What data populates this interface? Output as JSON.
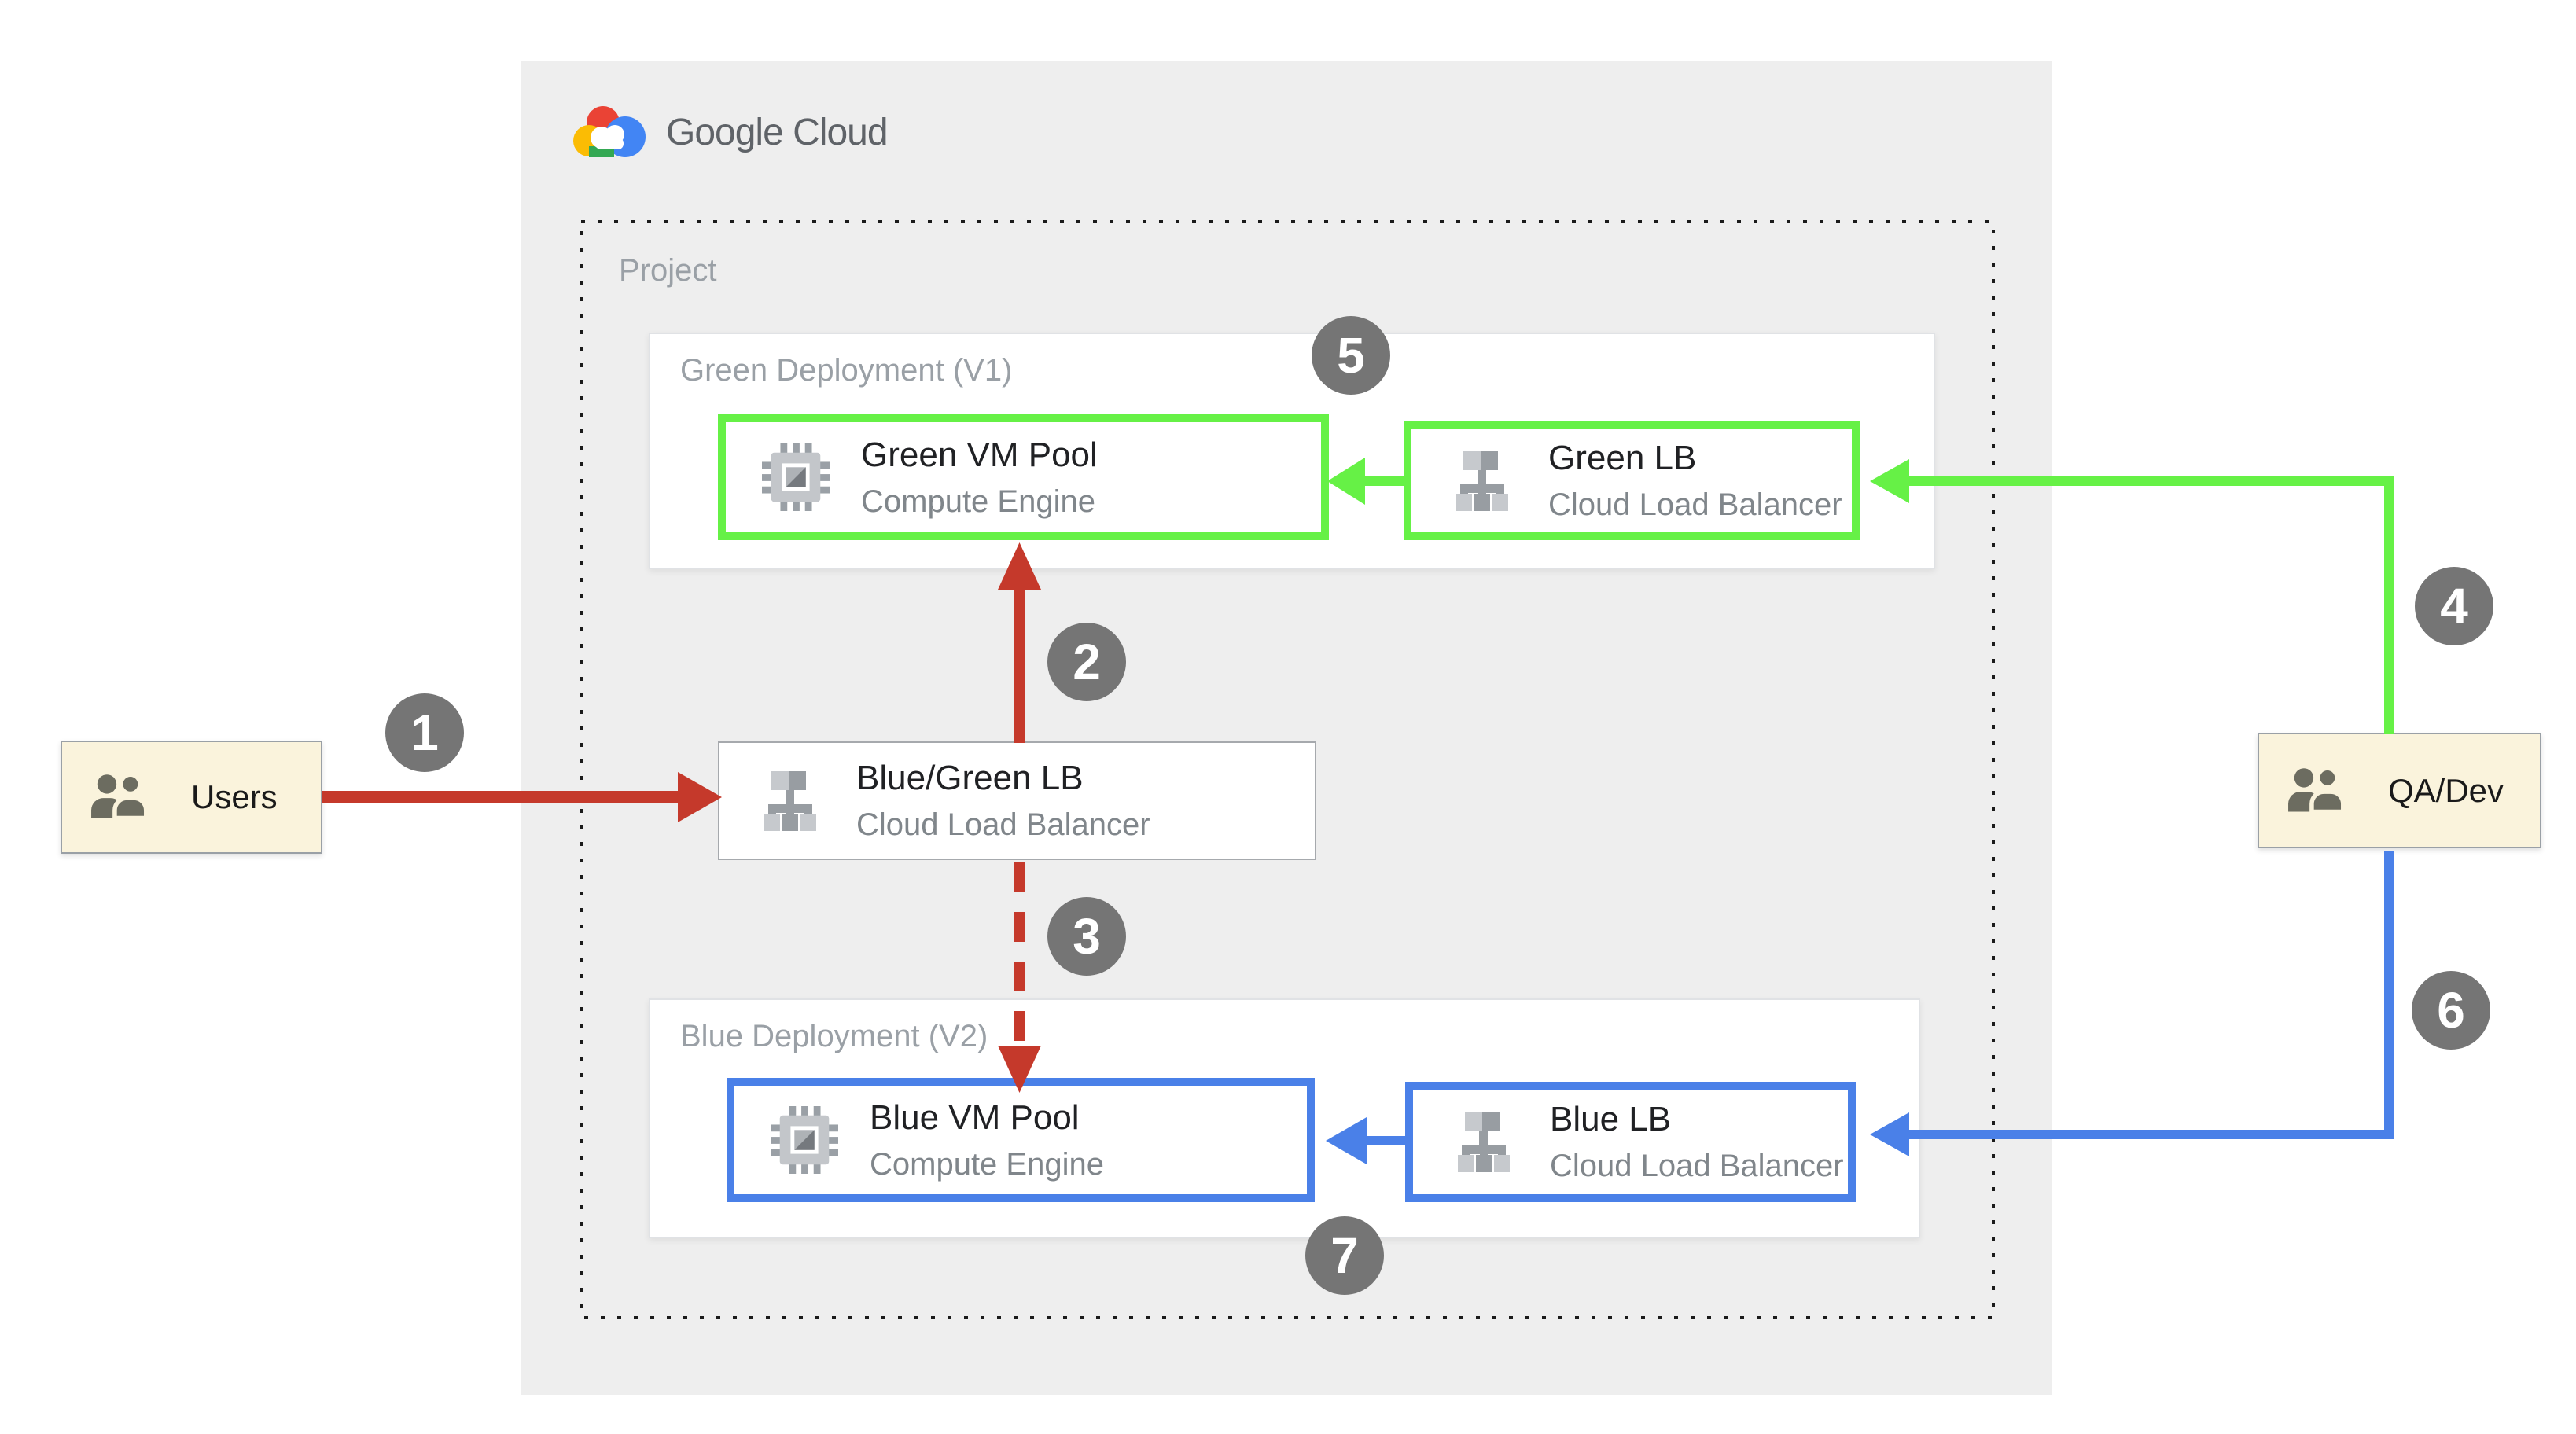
{
  "logo": {
    "text": "Google Cloud"
  },
  "project": {
    "label": "Project"
  },
  "zones": {
    "green": {
      "label": "Green Deployment (V1)"
    },
    "blue": {
      "label": "Blue Deployment (V2)"
    }
  },
  "nodes": {
    "green_vm": {
      "title": "Green VM Pool",
      "subtitle": "Compute Engine",
      "icon": "compute-engine-icon"
    },
    "green_lb": {
      "title": "Green LB",
      "subtitle": "Cloud Load Balancer",
      "icon": "load-balancer-icon"
    },
    "bluegreen_lb": {
      "title": "Blue/Green LB",
      "subtitle": "Cloud Load Balancer",
      "icon": "load-balancer-icon"
    },
    "blue_vm": {
      "title": "Blue VM Pool",
      "subtitle": "Compute Engine",
      "icon": "compute-engine-icon"
    },
    "blue_lb": {
      "title": "Blue LB",
      "subtitle": "Cloud Load Balancer",
      "icon": "load-balancer-icon"
    }
  },
  "actors": {
    "users": {
      "label": "Users",
      "icon": "users-icon"
    },
    "qa_dev": {
      "label": "QA/Dev",
      "icon": "users-icon"
    }
  },
  "badges": {
    "b1": "1",
    "b2": "2",
    "b3": "3",
    "b4": "4",
    "b5": "5",
    "b6": "6",
    "b7": "7"
  },
  "arrows": {
    "users_to_bluegreen_lb": "red-solid",
    "bluegreen_lb_to_green_vm": "red-solid",
    "bluegreen_lb_to_blue_vm": "red-dashed",
    "green_lb_to_green_vm": "green-solid",
    "qadev_to_green_lb": "green-solid",
    "blue_lb_to_blue_vm": "blue-solid",
    "qadev_to_blue_lb": "blue-solid"
  },
  "colors": {
    "red": "#C5392B",
    "green": "#66F146",
    "blue": "#4A80E8",
    "badge_gray": "#757575",
    "actor_fill": "#FAF3DC",
    "panel_gray": "#EEEEEE",
    "label_gray": "#9AA0A6",
    "title_dark": "#202124"
  }
}
